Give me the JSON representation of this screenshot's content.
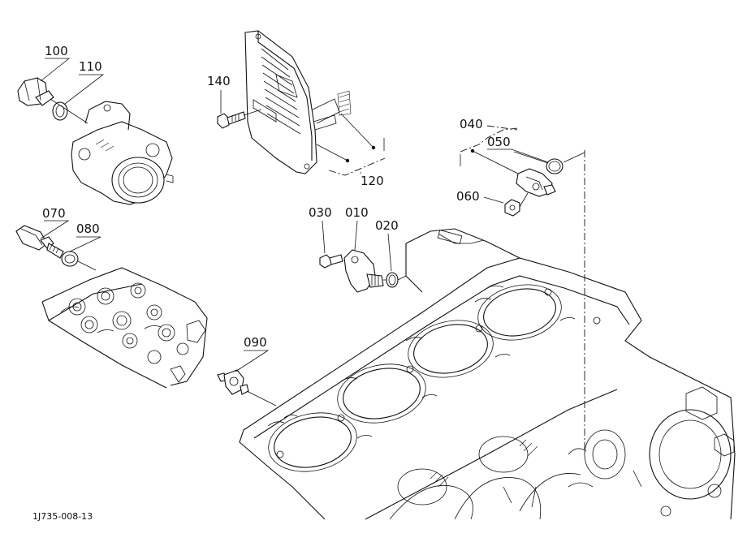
{
  "diagram": {
    "document_id": "1J735-008-13",
    "part_labels": {
      "p010": "010",
      "p020": "020",
      "p030": "030",
      "p040": "040",
      "p050": "050",
      "p060": "060",
      "p070": "070",
      "p080": "080",
      "p090": "090",
      "p100": "100",
      "p110": "110",
      "p120": "120",
      "p140": "140"
    }
  }
}
